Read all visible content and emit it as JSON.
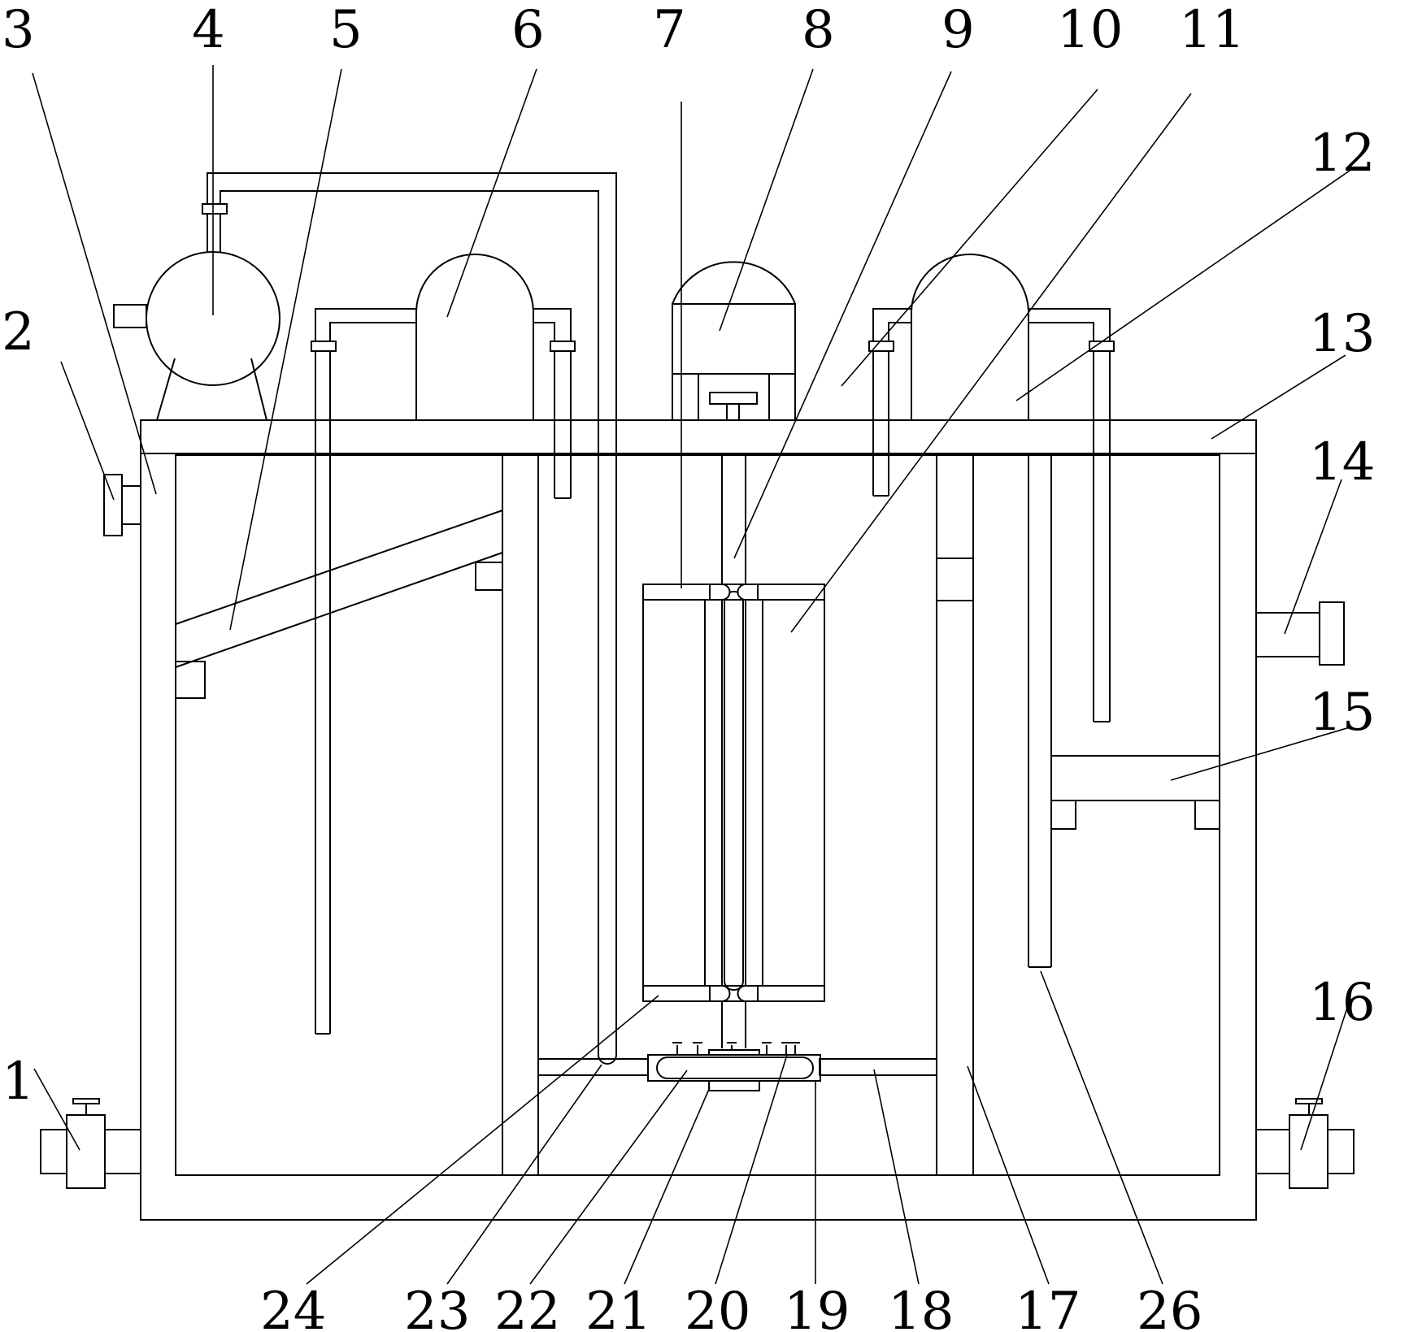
{
  "labels": {
    "l1": "1",
    "l2": "2",
    "l3": "3",
    "l4": "4",
    "l5": "5",
    "l6": "6",
    "l7": "7",
    "l8": "8",
    "l9": "9",
    "l10": "10",
    "l11": "11",
    "l12": "12",
    "l13": "13",
    "l14": "14",
    "l15": "15",
    "l16": "16",
    "l17": "17",
    "l18": "18",
    "l19": "19",
    "l20": "20",
    "l21": "21",
    "l22": "22",
    "l23": "23",
    "l24": "24",
    "l26": "26"
  }
}
